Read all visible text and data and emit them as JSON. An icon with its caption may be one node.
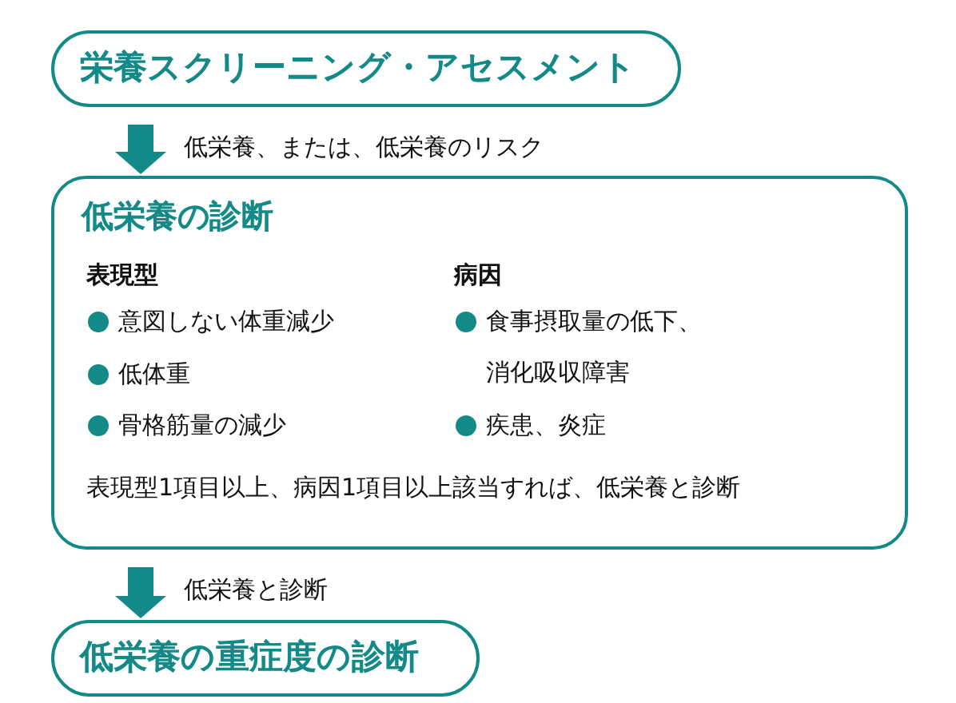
{
  "diagram": {
    "nodes": [
      {
        "text": [
          "栄養スクリーニング・アセスメント"
        ]
      },
      {
        "text": [
          "低栄養の診断",
          "表現型",
          "意図しない体重減少",
          "低体重",
          "骨格筋量の減少",
          "病因",
          "食事摂取量の低下、消化吸収障害",
          "疾患、炎症",
          "表現型1項目以上、病因1項目以上該当すれば、低栄養と診断"
        ]
      },
      {
        "text": [
          "低栄養の重症度の診断"
        ]
      }
    ],
    "edges": [
      {
        "from": 0,
        "to": 1,
        "arrow": "to",
        "label": "低栄養、または、低栄養のリスク"
      },
      {
        "from": 1,
        "to": 2,
        "arrow": "to",
        "label": "低栄養と診断"
      }
    ]
  }
}
